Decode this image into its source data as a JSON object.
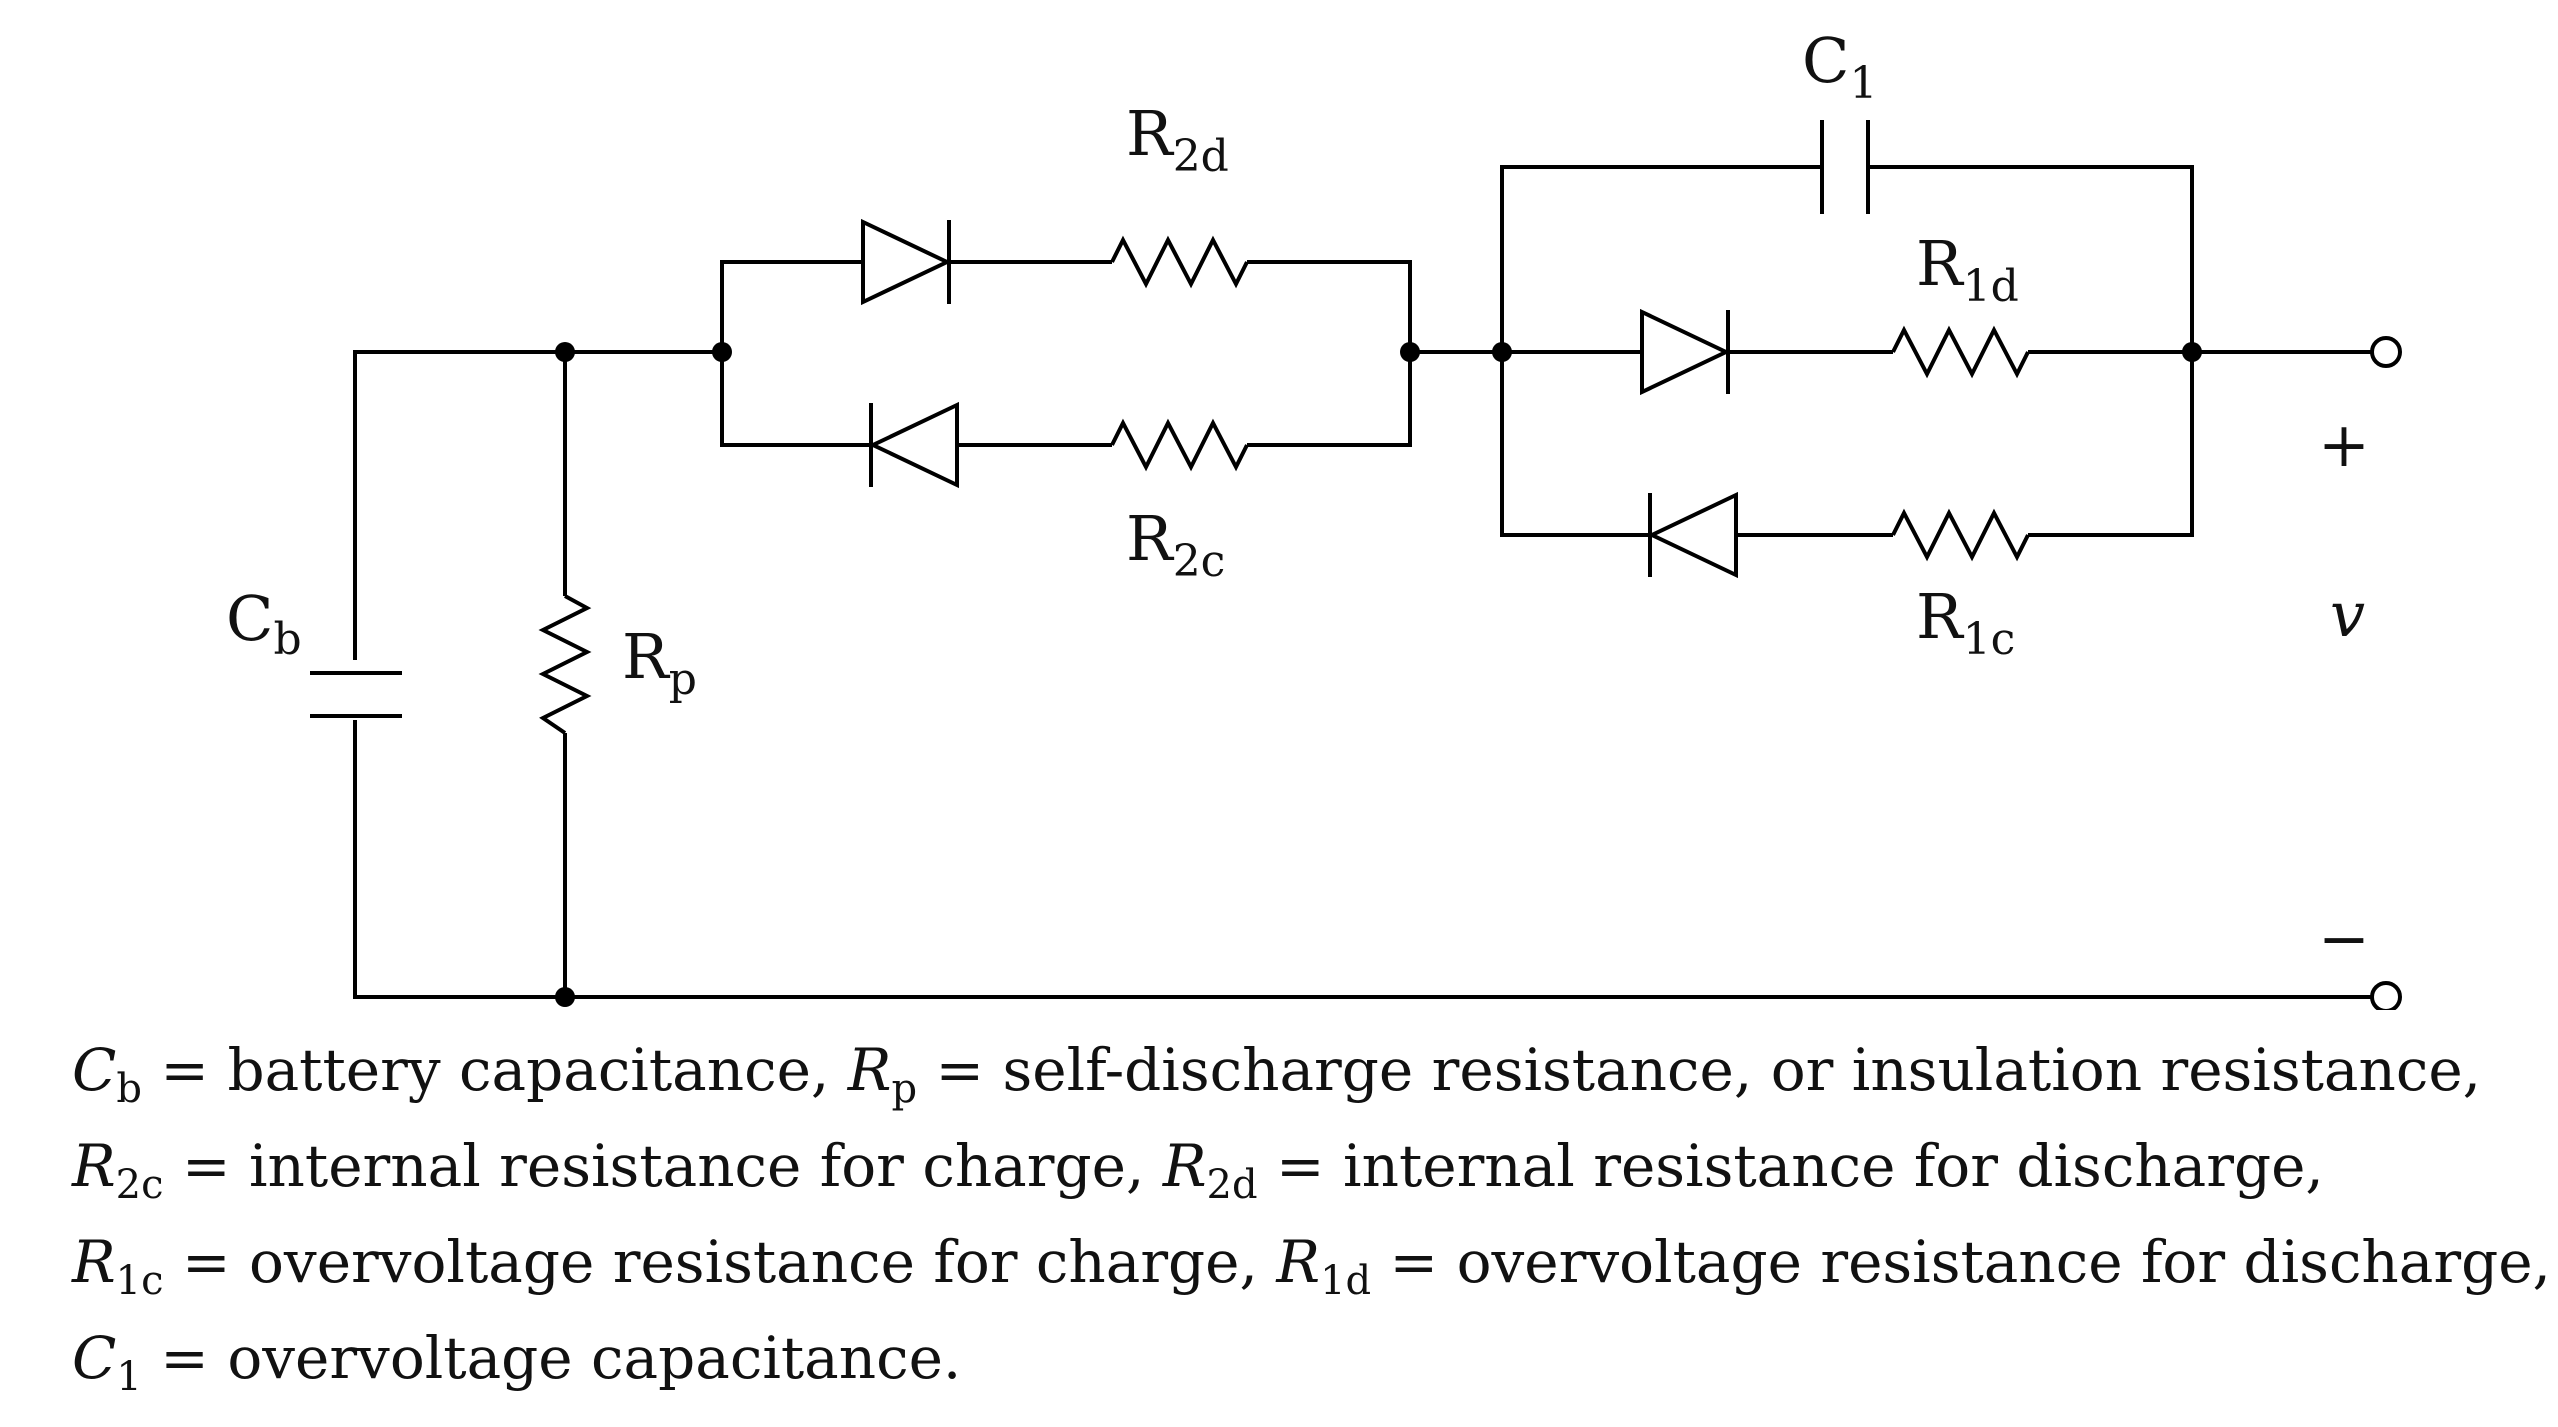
{
  "circuit": {
    "labels": {
      "cb": {
        "main": "C",
        "sub": "b"
      },
      "rp": {
        "main": "R",
        "sub": "p"
      },
      "r2d": {
        "main": "R",
        "sub": "2d"
      },
      "r2c": {
        "main": "R",
        "sub": "2c"
      },
      "c1": {
        "main": "C",
        "sub": "1"
      },
      "r1d": {
        "main": "R",
        "sub": "1d"
      },
      "r1c": {
        "main": "R",
        "sub": "1c"
      },
      "plus": "+",
      "minus": "−",
      "v": "v"
    }
  },
  "legend": [
    {
      "parts": [
        {
          "var": "C",
          "sub": "b",
          "text": " = battery capacitance, "
        },
        {
          "var": "R",
          "sub": "p",
          "text": " = self-discharge resistance, or insulation resistance,"
        }
      ]
    },
    {
      "parts": [
        {
          "var": "R",
          "sub": "2c",
          "text": " = internal resistance for charge, "
        },
        {
          "var": "R",
          "sub": "2d",
          "text": " = internal resistance for discharge,"
        }
      ]
    },
    {
      "parts": [
        {
          "var": "R",
          "sub": "1c",
          "text": " = overvoltage resistance for charge, "
        },
        {
          "var": "R",
          "sub": "1d",
          "text": " = overvoltage resistance for discharge,"
        }
      ]
    },
    {
      "parts": [
        {
          "var": "C",
          "sub": "1",
          "text": " = overvoltage capacitance."
        }
      ]
    }
  ]
}
